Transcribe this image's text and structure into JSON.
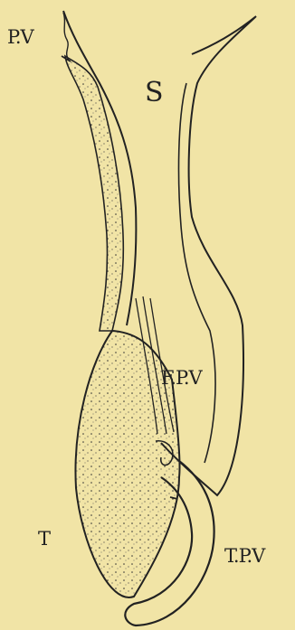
{
  "figure": {
    "labels": {
      "pv": "P.V",
      "s": "S",
      "fpv": "F.P.V",
      "t": "T",
      "tpv": "T.P.V"
    },
    "colors": {
      "background": "#f1e4a6",
      "ink": "#222222",
      "fill": "#ece0a0"
    }
  }
}
